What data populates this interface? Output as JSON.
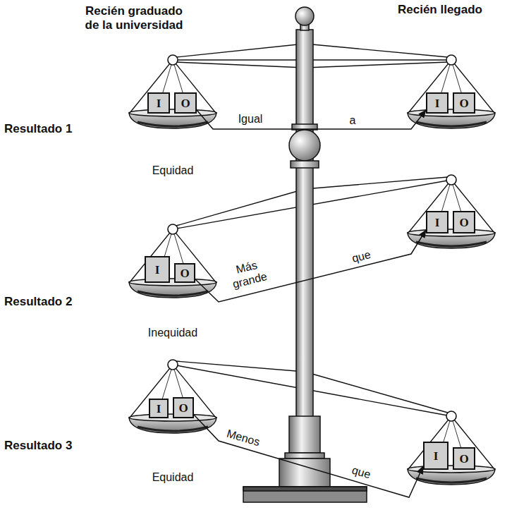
{
  "diagram": {
    "nodes": [
      {
        "text": [
          "I"
        ]
      },
      {
        "text": [
          "O"
        ]
      },
      {
        "text": [
          "I"
        ]
      },
      {
        "text": [
          "O"
        ]
      },
      {
        "text": [
          "I"
        ]
      },
      {
        "text": [
          "O"
        ]
      },
      {
        "text": [
          "I"
        ]
      },
      {
        "text": [
          "O"
        ]
      },
      {
        "text": [
          "I"
        ]
      },
      {
        "text": [
          "O"
        ]
      },
      {
        "text": [
          "I"
        ]
      },
      {
        "text": [
          "O"
        ]
      }
    ],
    "edges": [
      {
        "from": 1,
        "to": 2,
        "arrow": "to",
        "label": "Igual"
      },
      {
        "from": 5,
        "to": 6,
        "arrow": "to",
        "label": "Más grande"
      },
      {
        "from": 9,
        "to": 10,
        "arrow": "to",
        "label": "Menos"
      }
    ],
    "labels": [
      "Recién graduado de la universidad",
      "Recién llegado",
      "Resultado 1",
      "a",
      "Equidad",
      "Resultado 2",
      "que",
      "Inequidad",
      "Resultado 3",
      "que",
      "Equidad"
    ]
  }
}
